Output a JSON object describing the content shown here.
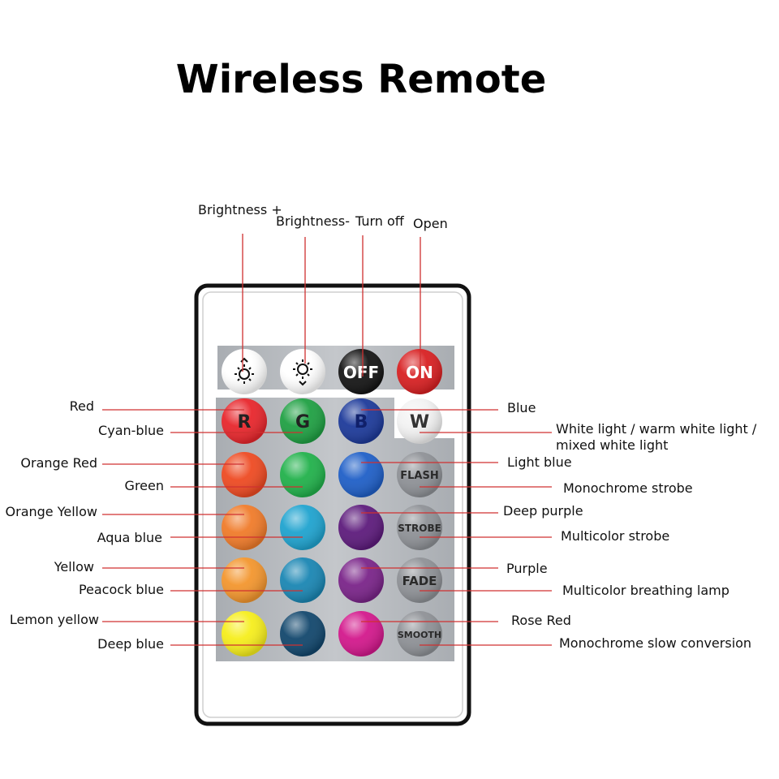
{
  "title": "Wireless Remote",
  "top_labels": {
    "brightness_up": "Brightness +",
    "brightness_down": "Brightness-",
    "turn_off": "Turn off",
    "open": "Open"
  },
  "left_labels": {
    "red": "Red",
    "cyan_blue": "Cyan-blue",
    "orange_red": "Orange Red",
    "green": "Green",
    "orange_yellow": "Orange Yellow",
    "aqua_blue": "Aqua blue",
    "yellow": "Yellow",
    "peacock_blue": "Peacock blue",
    "lemon_yellow": "Lemon yellow",
    "deep_blue": "Deep blue"
  },
  "right_labels": {
    "blue": "Blue",
    "white_light": "White light / warm white light / mixed white light",
    "light_blue": "Light blue",
    "monochrome_strobe": "Monochrome strobe",
    "deep_purple": "Deep purple",
    "multicolor_strobe": "Multicolor strobe",
    "purple": "Purple",
    "multicolor_breathing": "Multicolor breathing lamp",
    "rose_red": "Rose Red",
    "monochrome_slow": "Monochrome slow conversion"
  },
  "remote": {
    "off_label": "OFF",
    "on_label": "ON",
    "r_label": "R",
    "g_label": "G",
    "b_label": "B",
    "w_label": "W",
    "flash_label": "FLASH",
    "strobe_label": "STROBE",
    "fade_label": "FADE",
    "smooth_label": "SMOOTH"
  },
  "icons": {
    "brightness_up": "sun-up-icon",
    "brightness_down": "sun-down-icon"
  },
  "colors": {
    "leader_line": "#d03030",
    "remote_body": "#ffffff",
    "remote_frame": "#111111",
    "panel": "#b4b7bb",
    "red": "#e8262c",
    "green": "#1fa043",
    "blue": "#1d3a9a",
    "white": "#f2f2f2",
    "orange_red": "#ee4a22",
    "green2": "#21b14b",
    "light_blue": "#1f5fc7",
    "orange_yellow": "#f07b2a",
    "aqua_blue": "#1fa3cf",
    "deep_purple": "#5d1b7c",
    "yellow": "#f3962e",
    "peacock_blue": "#1a86b3",
    "purple": "#7a2489",
    "lemon_yellow": "#f6ee1c",
    "deep_blue": "#12476d",
    "rose_red": "#d3188c",
    "gray_button": "#8e9196",
    "off_button": "#151515",
    "on_button": "#d82022"
  }
}
